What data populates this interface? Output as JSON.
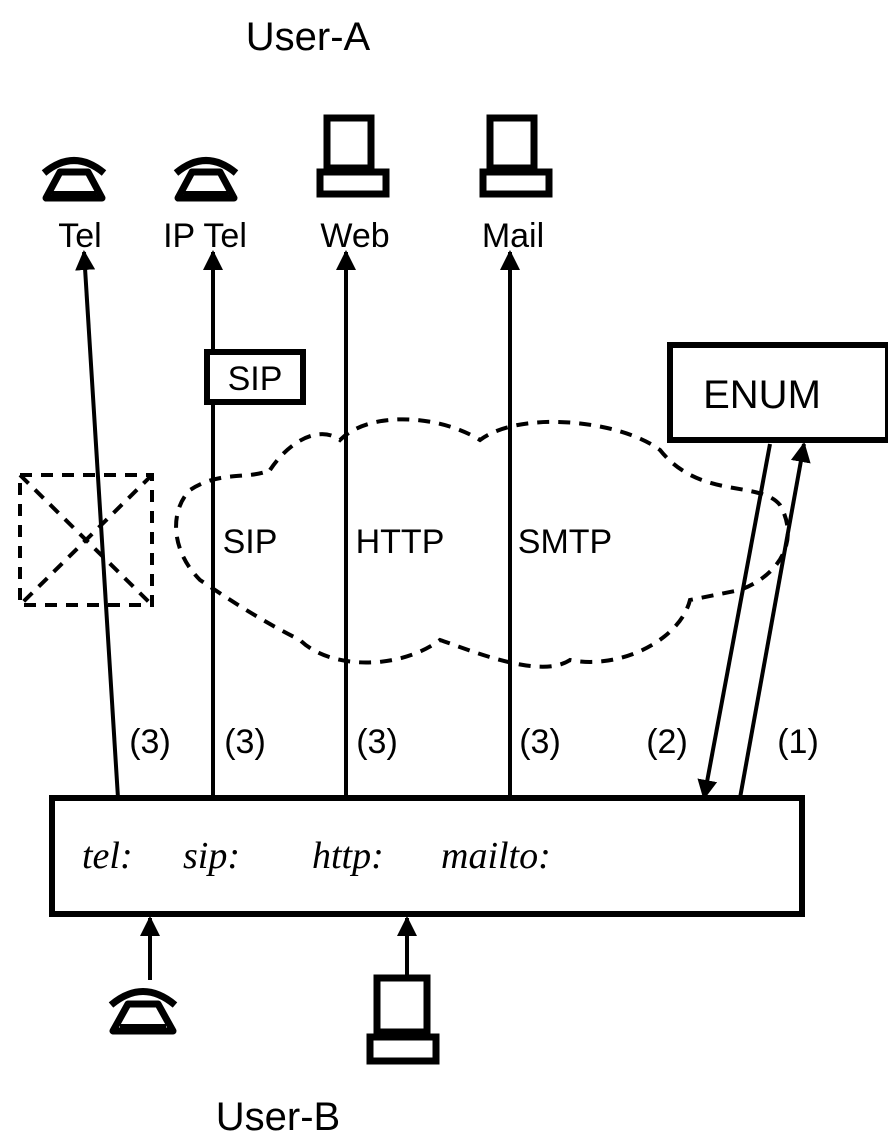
{
  "user_a": "User-A",
  "user_b": "User-B",
  "endpoints": {
    "tel": "Tel",
    "ip_tel": "IP Tel",
    "web": "Web",
    "mail": "Mail"
  },
  "sip_box": "SIP",
  "enum_box": "ENUM",
  "cloud_protocols": {
    "sip": "SIP",
    "http": "HTTP",
    "smtp": "SMTP"
  },
  "step_labels": {
    "tel": "(3)",
    "sip": "(3)",
    "http": "(3)",
    "mail": "(3)",
    "enum_response": "(2)",
    "enum_query": "(1)"
  },
  "uri_schemes": {
    "tel": "tel:",
    "sip": "sip:",
    "http": "http:",
    "mailto": "mailto:"
  }
}
